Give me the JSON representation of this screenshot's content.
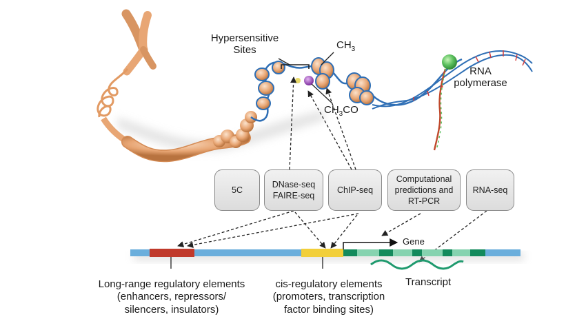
{
  "labels": {
    "hypersensitive_sites": "Hypersensitive\nSites",
    "methyl": "CH",
    "methyl_sub": "3",
    "acetyl_pre": "CH",
    "acetyl_sub": "3",
    "acetyl_post": "CO",
    "rna_polymerase": "RNA\npolymerase",
    "gene": "Gene",
    "transcript": "Transcript",
    "long_range": "Long-range regulatory elements\n(enhancers, repressors/\nsilencers, insulators)",
    "cis_regulatory": "cis-regulatory elements\n(promoters, transcription\nfactor binding sites)"
  },
  "methods": [
    {
      "id": "5c",
      "label": "5C"
    },
    {
      "id": "dnase",
      "label": "DNase-seq\nFAIRE-seq"
    },
    {
      "id": "chip",
      "label": "ChIP-seq"
    },
    {
      "id": "comp",
      "label": "Computational\npredictions and\nRT-PCR"
    },
    {
      "id": "rna",
      "label": "RNA-seq"
    }
  ],
  "colors": {
    "chromatin": "#e8a674",
    "dna_blue": "#2f6fb5",
    "genome_bar": "#6aaedc",
    "enhancer": "#c0392b",
    "promoter": "#f2cf3a",
    "gene_dark": "#138a5c",
    "gene_light": "#86d3b0",
    "transcript": "#1f9a6e",
    "polymerase": "#5dc15f",
    "acetyl_marker": "#a04cc3"
  }
}
